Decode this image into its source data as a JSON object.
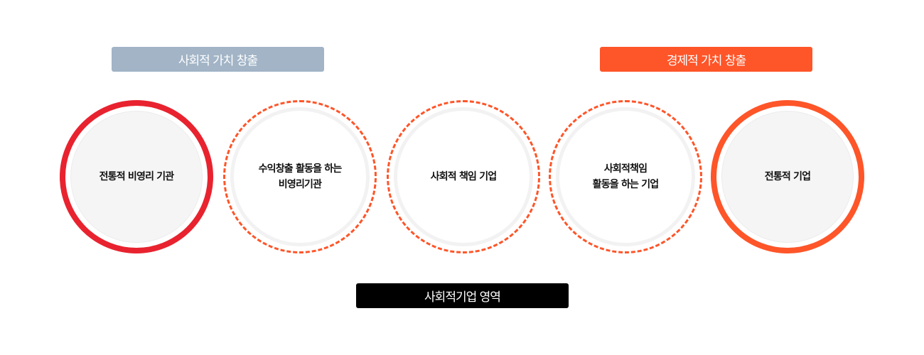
{
  "headers": {
    "social": "사회적 가치 창출",
    "economic": "경제적 가치 창출"
  },
  "circles": [
    {
      "label": "전통적 비영리 기관",
      "style": "solid",
      "color": "#e8232f"
    },
    {
      "label": "수익창출 활동을 하는\n비영리기관",
      "style": "dashed",
      "color": "#fe5529"
    },
    {
      "label": "사회적 책임 기업",
      "style": "dashed",
      "color": "#fe5529"
    },
    {
      "label": "사회적책임\n활동을 하는 기업",
      "style": "dashed",
      "color": "#fe5529"
    },
    {
      "label": "전통적 기업",
      "style": "solid",
      "color": "#fe5529"
    }
  ],
  "footer": {
    "label": "사회적기업 영역"
  },
  "colors": {
    "social_bar": "#a2b4c6",
    "economic_bar": "#fe5529",
    "footer_bar": "#000000"
  }
}
